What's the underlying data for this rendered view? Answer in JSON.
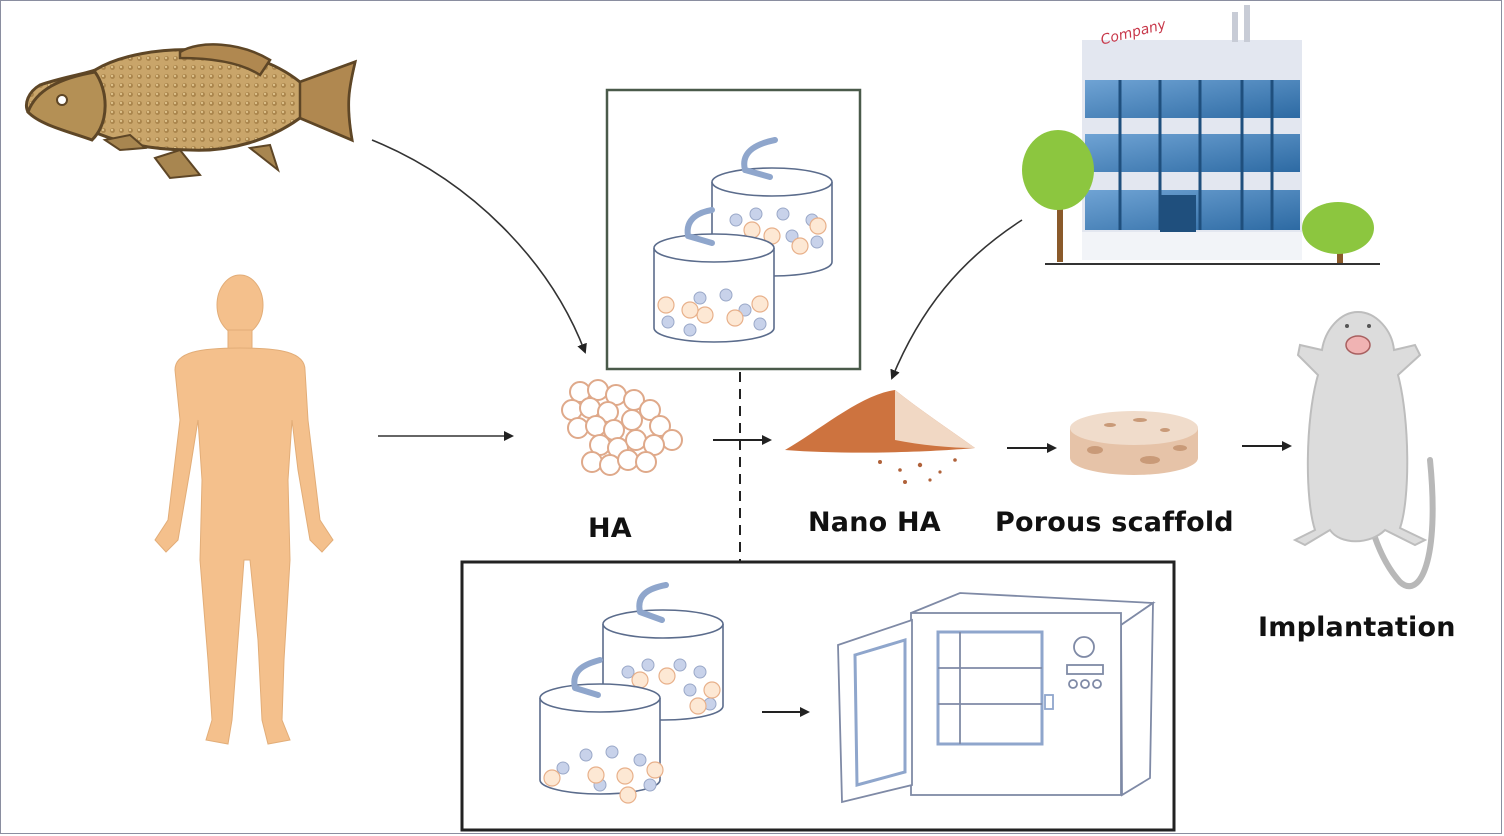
{
  "figure": {
    "title": "Hydroxyapatite production and scaffold implantation workflow",
    "nodes": {
      "fish": {
        "name": "fish-source",
        "icon": "fish-icon"
      },
      "human": {
        "name": "human-source",
        "icon": "human-body-icon"
      },
      "ha": {
        "label": "HA",
        "icon": "ha-particles-icon"
      },
      "milling_box_top": {
        "icon": "ball-mill-jars-icon"
      },
      "company": {
        "sign": "Company",
        "icon": "company-building-icon"
      },
      "nano_ha": {
        "label": "Nano HA",
        "icon": "powder-pile-icon"
      },
      "scaffold": {
        "label": "Porous scaffold",
        "icon": "scaffold-disc-icon"
      },
      "implantation": {
        "label": "Implantation",
        "icon": "rat-icon"
      },
      "milling_box_bottom": {
        "icons": [
          "ball-mill-jars-icon",
          "drying-oven-icon"
        ]
      }
    },
    "colors": {
      "skin": "#f4c08c",
      "fish": "#b8955a",
      "building_glass": "#3f7fb8",
      "tree_green": "#8cc63f",
      "powder": "#c8642a",
      "scaffold": "#e6c3a8",
      "rat": "#d9d9d9",
      "outline_blue": "#8fa6cc",
      "box_green": "#4a5a4a"
    }
  }
}
